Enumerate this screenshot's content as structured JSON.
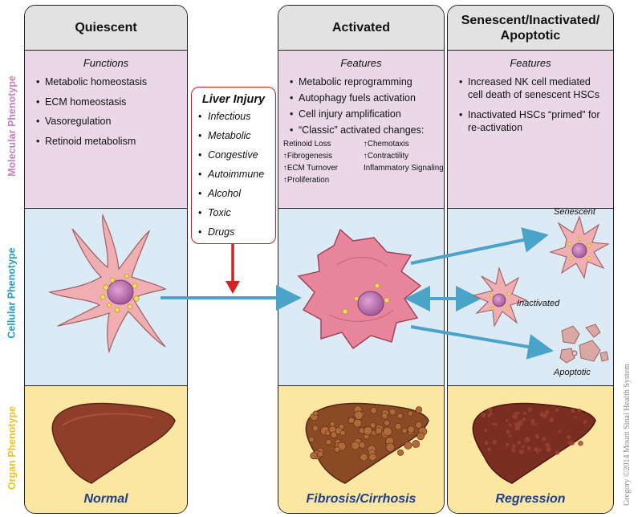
{
  "row_labels": {
    "molecular": "Molecular Phenotype",
    "cellular": "Cellular Phenotype",
    "organ": "Organ Phenotype"
  },
  "colors": {
    "molecular": "#c77fbd",
    "cellular": "#1f9dc5",
    "organ": "#f0c21f",
    "arrow_blue": "#4aa3c9",
    "arrow_red": "#d42121",
    "outcome_text": "#1f3e8e"
  },
  "columns": {
    "quiescent": {
      "title": "Quiescent",
      "subheader": "Functions",
      "items": [
        "Metabolic homeostasis",
        "ECM homeostasis",
        "Vasoregulation",
        "Retinoid metabolism"
      ],
      "organ_label": "Normal"
    },
    "activated": {
      "title": "Activated",
      "subheader": "Features",
      "items": [
        "Metabolic reprogramming",
        "Autophagy fuels activation",
        "Cell injury amplification",
        "“Classic” activated changes:"
      ],
      "classic_changes": [
        "Retinoid Loss",
        "↑Chemotaxis",
        "↑Fibrogenesis",
        "↑Contractility",
        "↑ECM Turnover",
        "Inflammatory Signaling",
        "↑Proliferation",
        ""
      ],
      "organ_label": "Fibrosis/Cirrhosis"
    },
    "senescent": {
      "title": "Senescent/Inactivated/ Apoptotic",
      "subheader": "Features",
      "items": [
        "Increased NK cell mediated cell death of senescent HSCs",
        "Inactivated HSCs “primed” for re-activation"
      ],
      "organ_label": "Regression",
      "cell_labels": [
        "Senescent",
        "Inactivated",
        "Apoptotic"
      ]
    }
  },
  "liver_injury": {
    "title": "Liver Injury",
    "causes": [
      "Infectious",
      "Metabolic",
      "Congestive",
      "Autoimmune",
      "Alcohol",
      "Toxic",
      "Drugs"
    ]
  },
  "credit": "Gregory ©2014 Mount Sinai Health System"
}
